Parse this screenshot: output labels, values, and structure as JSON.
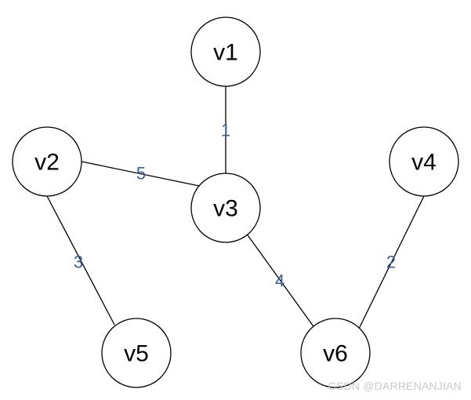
{
  "graph": {
    "nodes": [
      {
        "id": "v1",
        "label": "v1"
      },
      {
        "id": "v2",
        "label": "v2"
      },
      {
        "id": "v3",
        "label": "v3"
      },
      {
        "id": "v4",
        "label": "v4"
      },
      {
        "id": "v5",
        "label": "v5"
      },
      {
        "id": "v6",
        "label": "v6"
      }
    ],
    "edges": [
      {
        "from": "v1",
        "to": "v3",
        "weight": "1"
      },
      {
        "from": "v2",
        "to": "v3",
        "weight": "5"
      },
      {
        "from": "v2",
        "to": "v5",
        "weight": "3"
      },
      {
        "from": "v3",
        "to": "v6",
        "weight": "4"
      },
      {
        "from": "v4",
        "to": "v6",
        "weight": "2"
      }
    ]
  },
  "colors": {
    "weight_label": "#3a5e9a",
    "line": "#000000"
  },
  "watermark": "CSDN @DARRENANJIAN"
}
